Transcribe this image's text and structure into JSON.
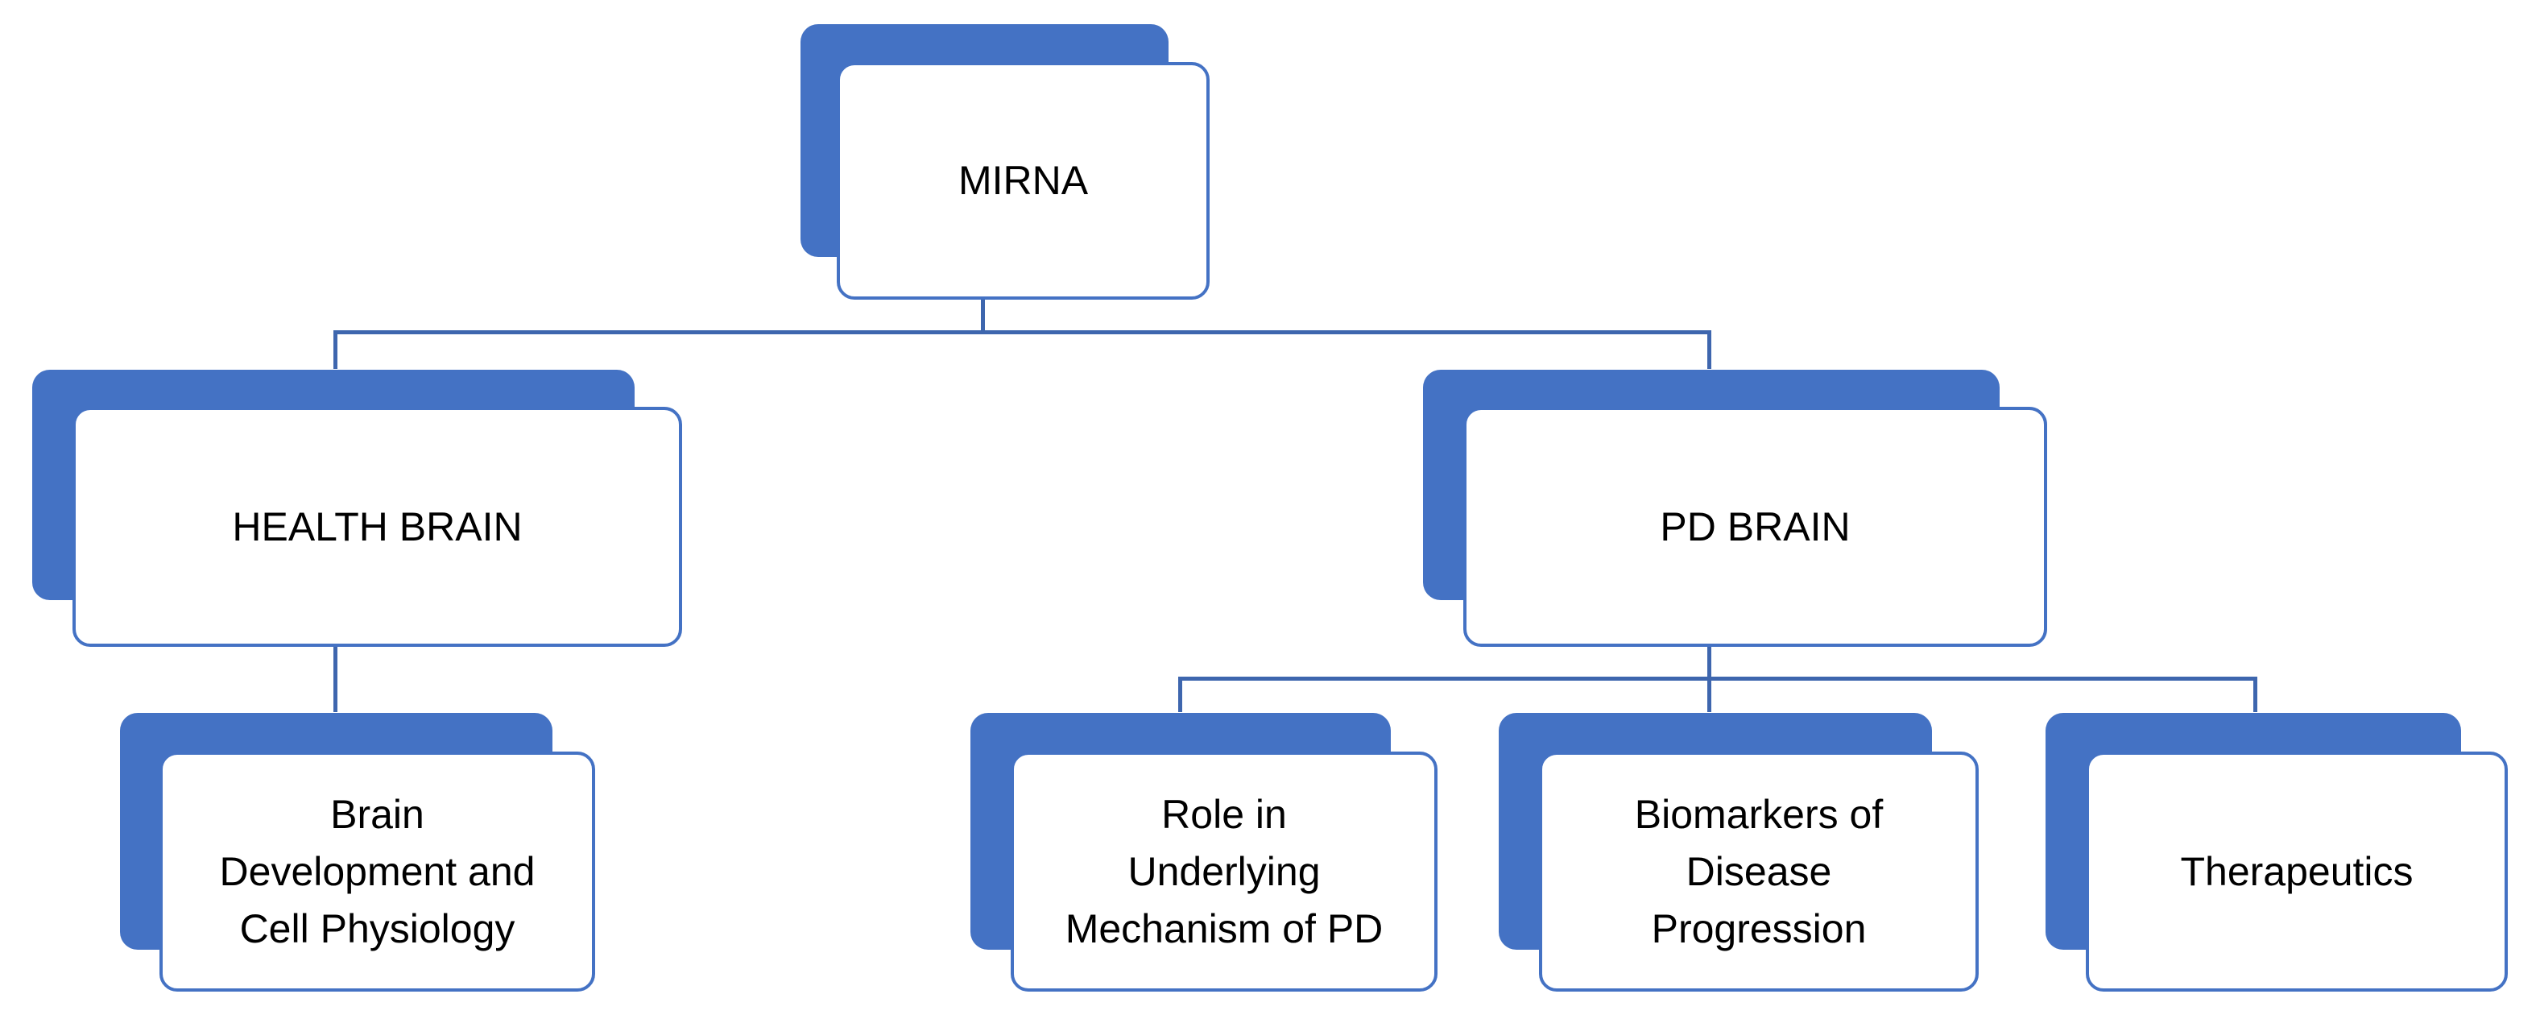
{
  "colors": {
    "accent": "#4472C4",
    "box_border": "#4472C4",
    "connector": "#3E66AE",
    "box_fill": "#FFFFFF",
    "text": "#000000"
  },
  "nodes": {
    "root": {
      "label": "MIRNA"
    },
    "health_brain": {
      "label": "HEALTH BRAIN"
    },
    "pd_brain": {
      "label": "PD BRAIN"
    },
    "brain_development": {
      "label": "Brain\nDevelopment and\nCell Physiology"
    },
    "role_mechanism": {
      "label": "Role in\nUnderlying\nMechanism of PD"
    },
    "biomarkers": {
      "label": "Biomarkers of\nDisease\nProgression"
    },
    "therapeutics": {
      "label": "Therapeutics"
    }
  }
}
